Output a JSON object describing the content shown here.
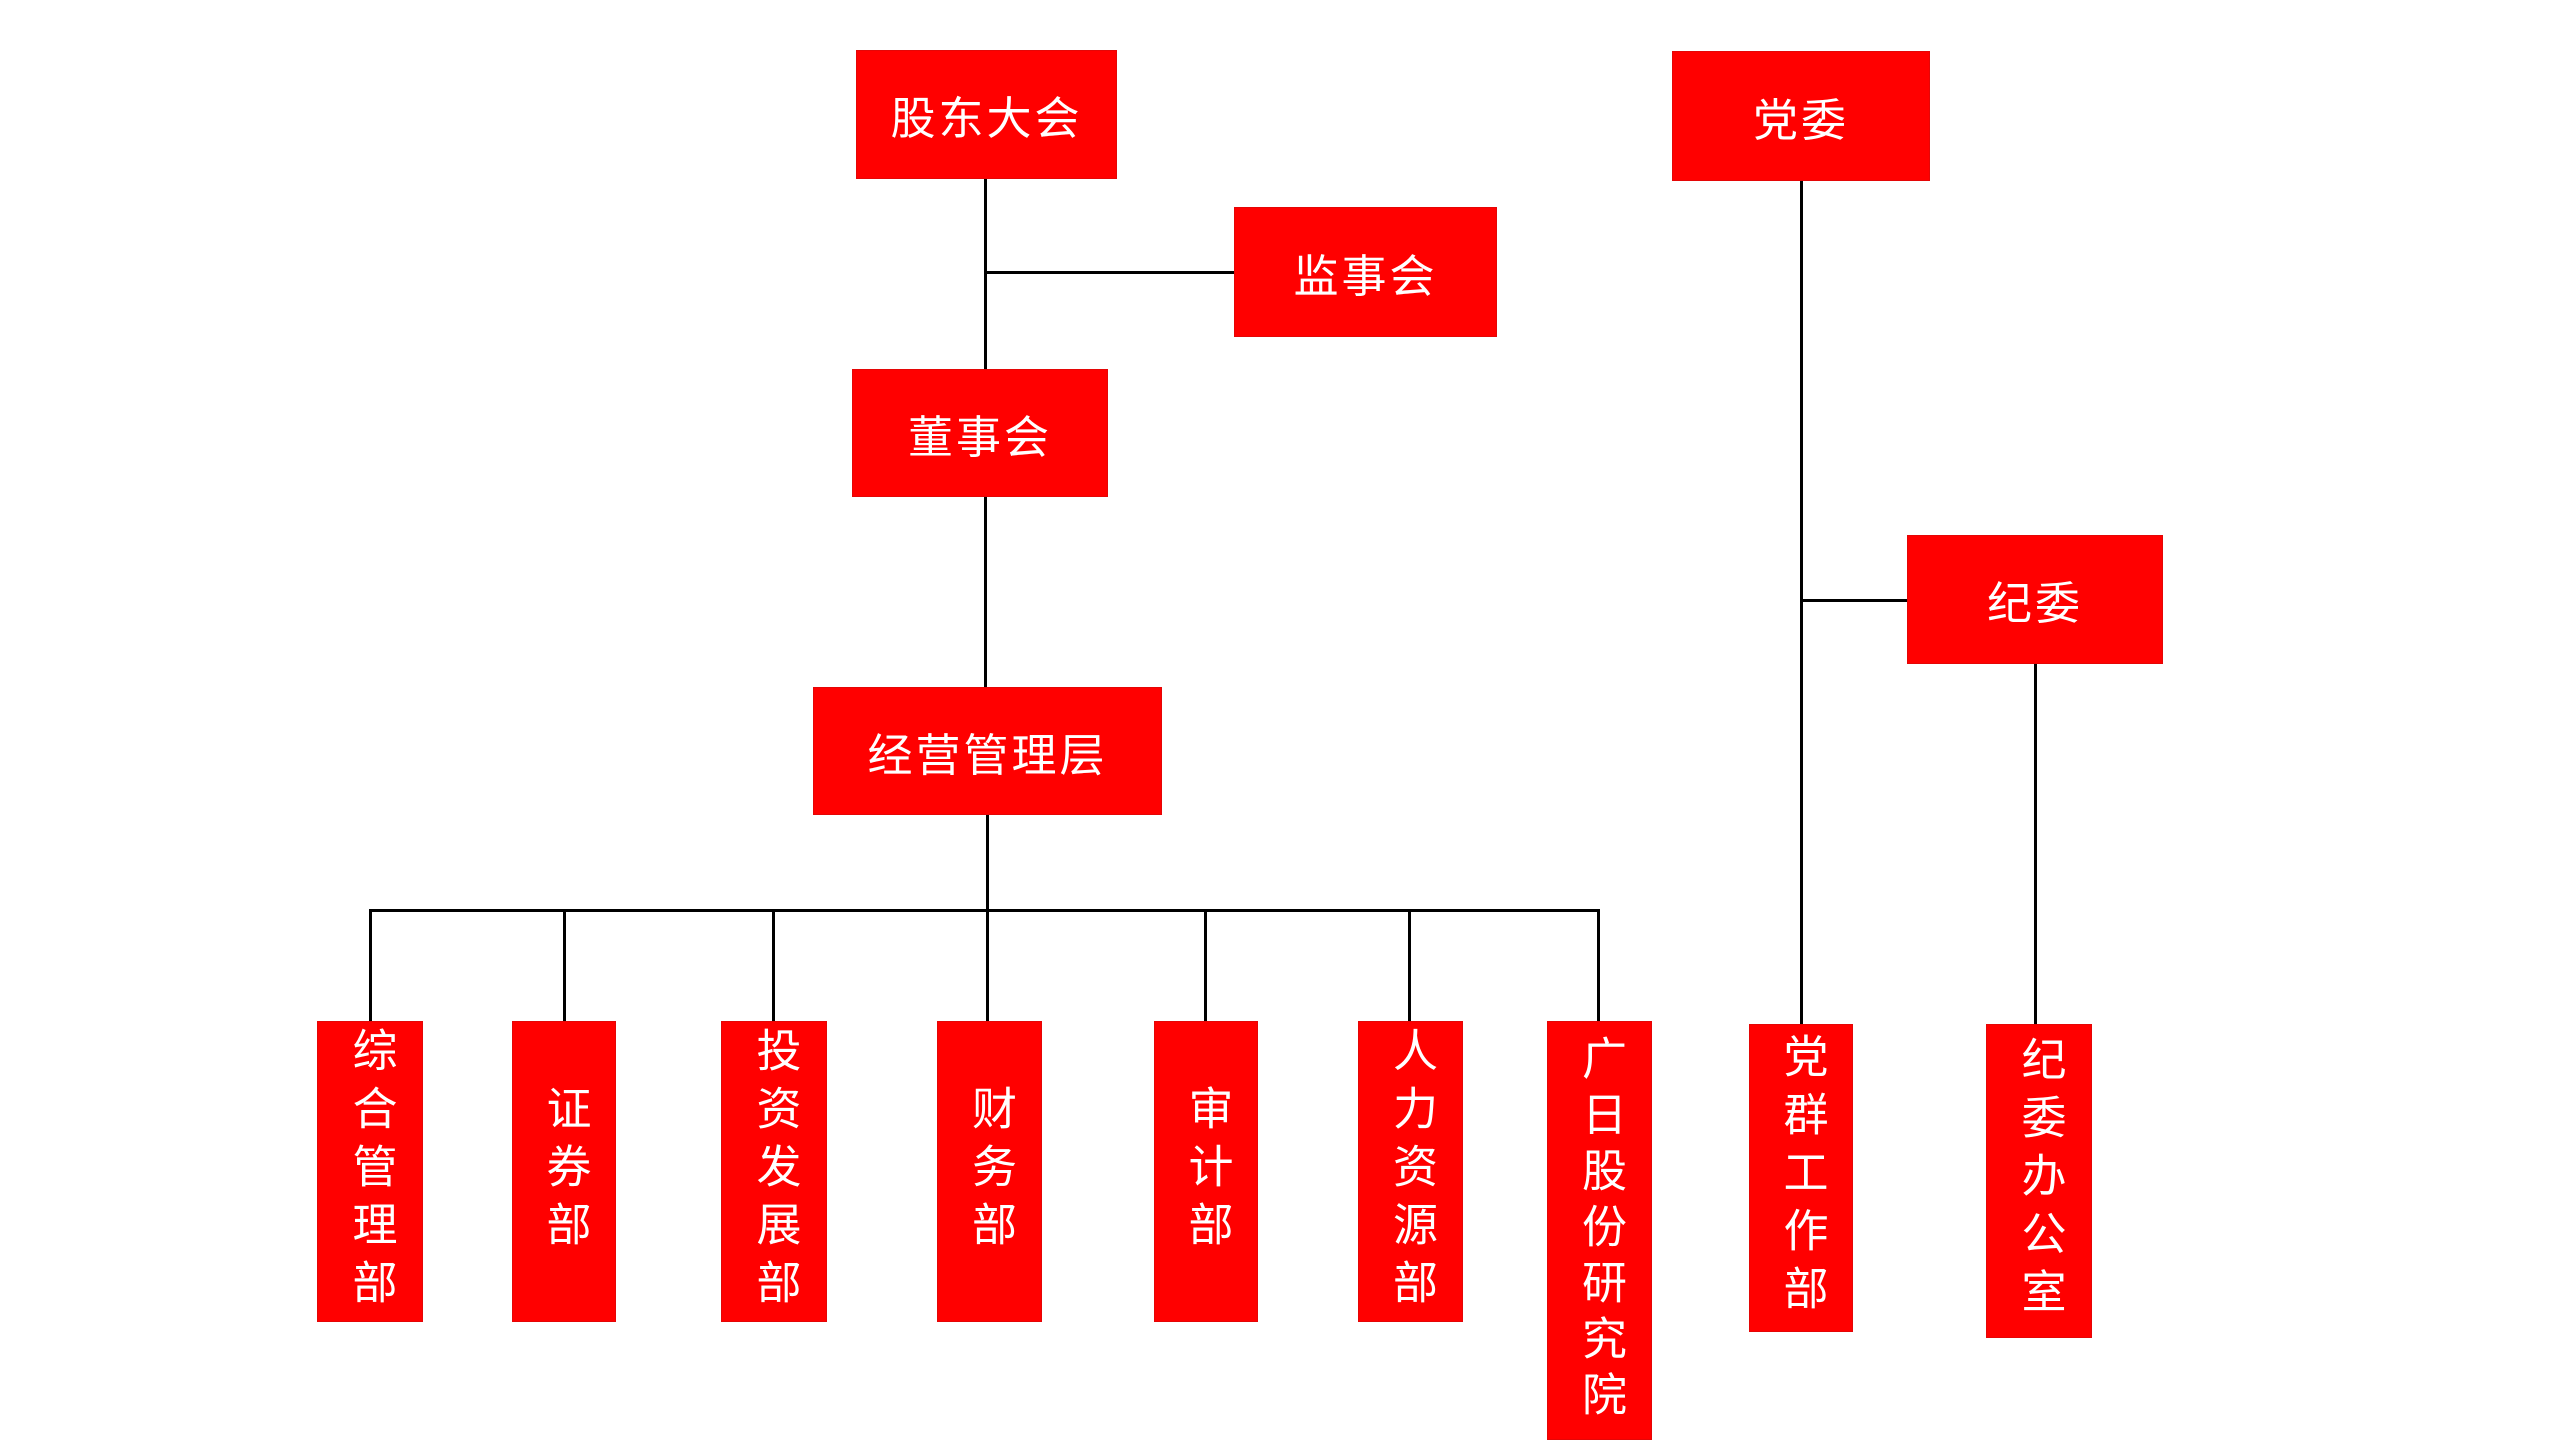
{
  "style": {
    "background": "#ffffff",
    "node_fill": "#ff0000",
    "node_border": "#e40606",
    "node_text_color": "#ffffff",
    "connector_color": "#000000"
  },
  "org_chart": {
    "type": "organization-chart",
    "nodes": {
      "shareholders_meeting": {
        "label": "股东大会"
      },
      "supervisory_board": {
        "label": "监事会"
      },
      "board_of_directors": {
        "label": "董事会"
      },
      "management_team": {
        "label": "经营管理层"
      },
      "party_committee": {
        "label": "党委"
      },
      "discipline_committee": {
        "label": "纪委"
      },
      "general_management_dept": {
        "label": "综合管理部"
      },
      "securities_dept": {
        "label": "证券部"
      },
      "investment_development_dept": {
        "label": "投资发展部"
      },
      "finance_dept": {
        "label": "财务部"
      },
      "audit_dept": {
        "label": "审计部"
      },
      "human_resources_dept": {
        "label": "人力资源部"
      },
      "guangri_research_institute": {
        "label": "广日股份研究院"
      },
      "party_mass_work_dept": {
        "label": "党群工作部"
      },
      "discipline_committee_office": {
        "label": "纪委办公室"
      }
    },
    "edges": [
      {
        "from": "股东大会",
        "to": "监事会"
      },
      {
        "from": "股东大会",
        "to": "董事会"
      },
      {
        "from": "董事会",
        "to": "经营管理层"
      },
      {
        "from": "经营管理层",
        "to": "综合管理部"
      },
      {
        "from": "经营管理层",
        "to": "证券部"
      },
      {
        "from": "经营管理层",
        "to": "投资发展部"
      },
      {
        "from": "经营管理层",
        "to": "财务部"
      },
      {
        "from": "经营管理层",
        "to": "审计部"
      },
      {
        "from": "经营管理层",
        "to": "人力资源部"
      },
      {
        "from": "经营管理层",
        "to": "广日股份研究院"
      },
      {
        "from": "党委",
        "to": "纪委"
      },
      {
        "from": "党委",
        "to": "党群工作部"
      },
      {
        "from": "纪委",
        "to": "纪委办公室"
      }
    ]
  }
}
